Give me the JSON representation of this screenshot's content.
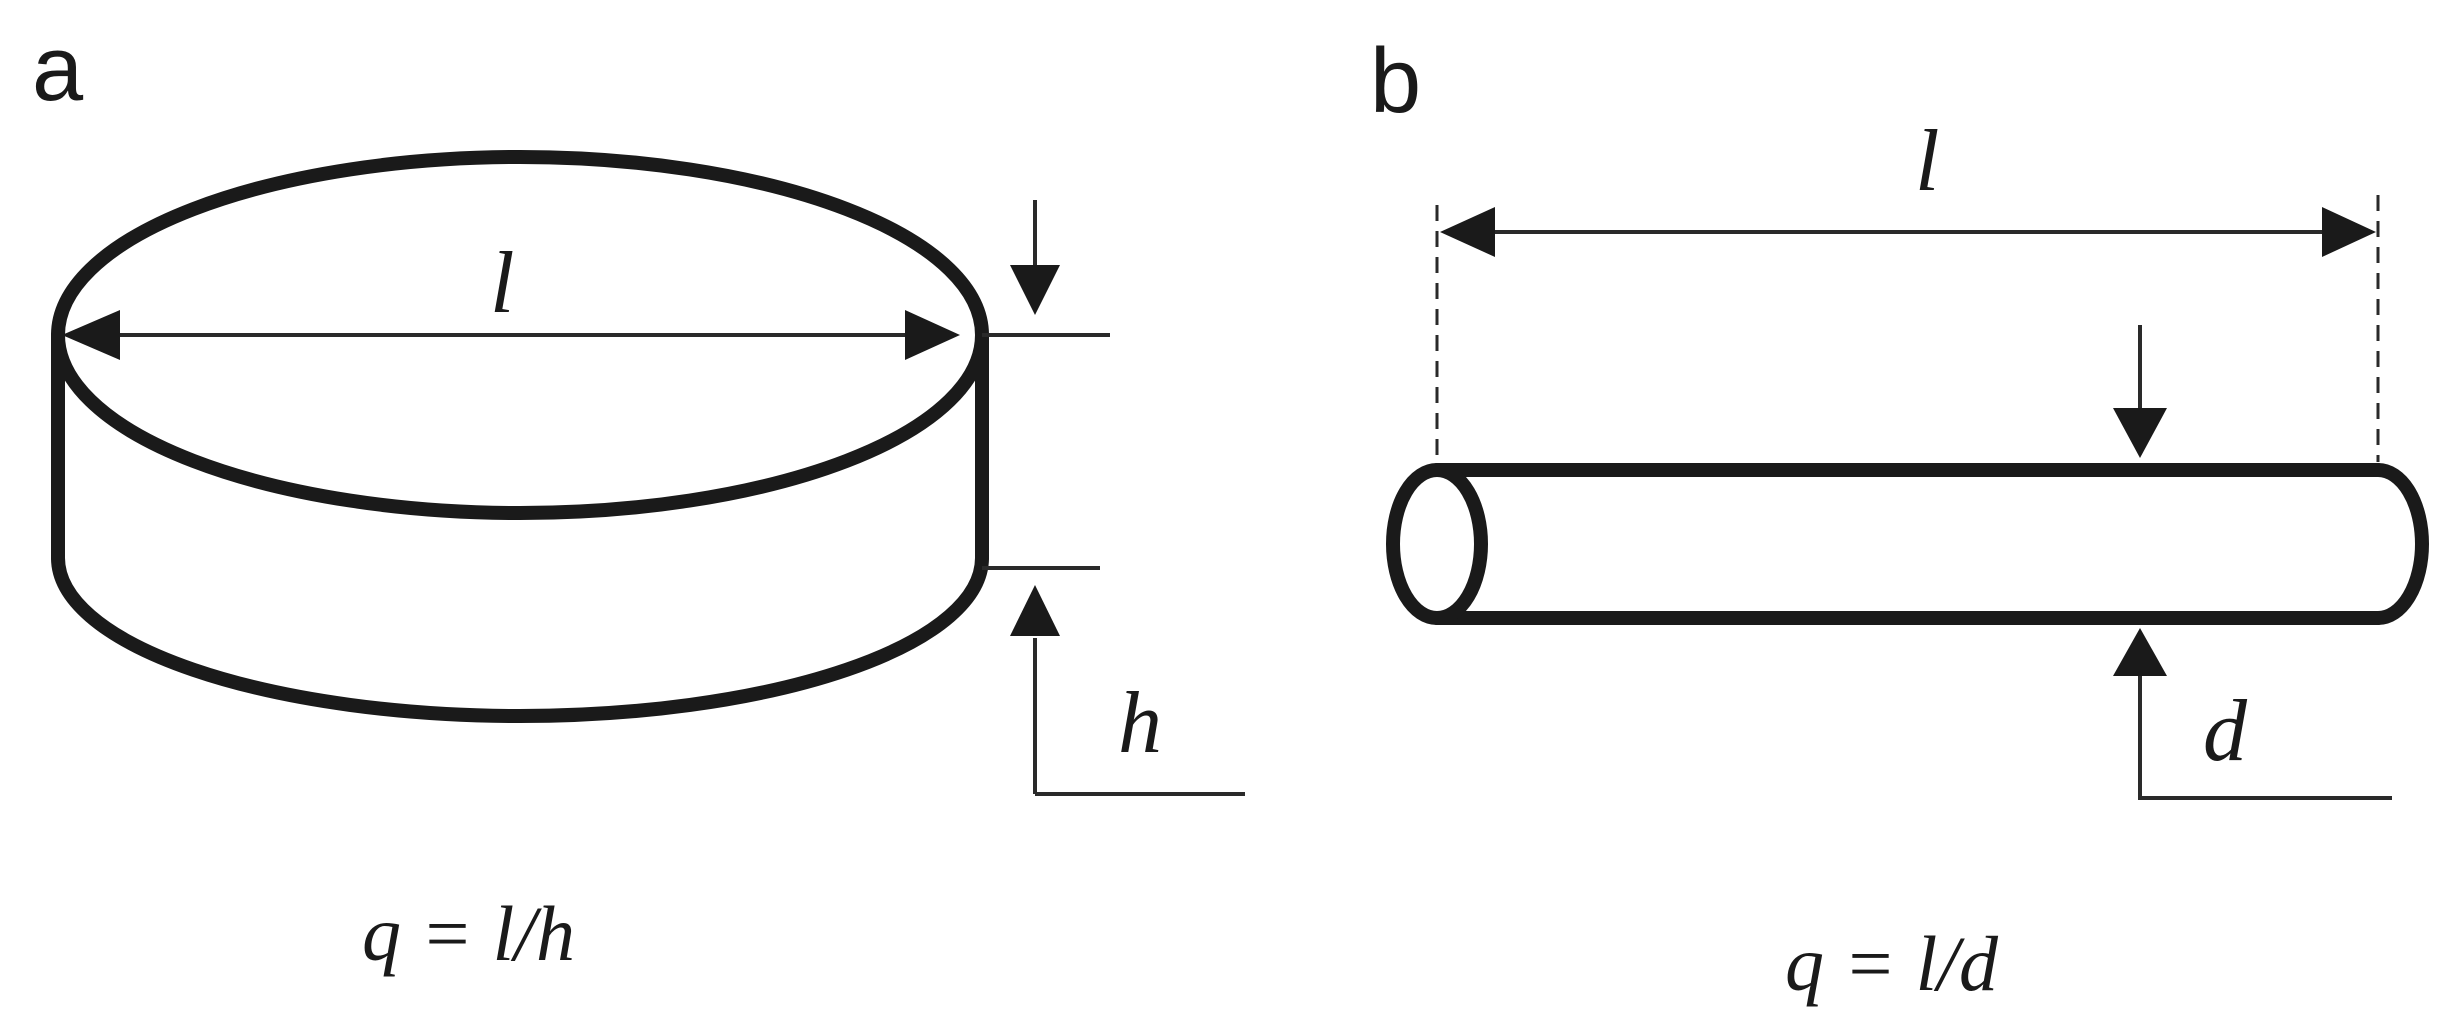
{
  "panels": [
    {
      "letter": "a",
      "shape": "disc",
      "length_label": "l",
      "thickness_label": "h",
      "formula": "q = l/h"
    },
    {
      "letter": "b",
      "shape": "rod",
      "length_label": "l",
      "thickness_label": "d",
      "formula": "q = l/d"
    }
  ],
  "colors": {
    "line": "#1a1a1a",
    "background": "#ffffff"
  }
}
